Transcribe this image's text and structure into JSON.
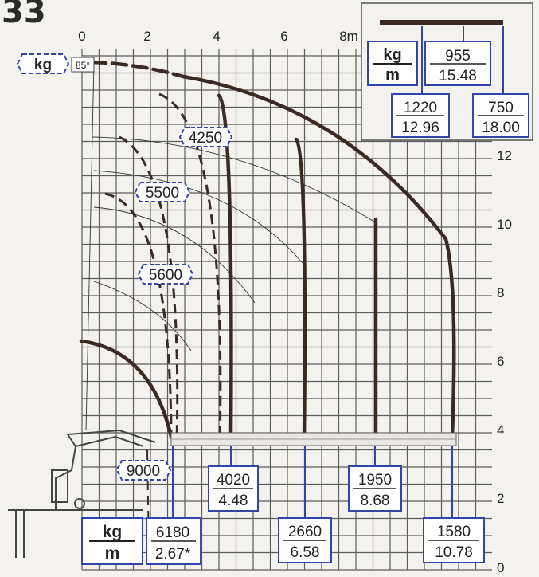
{
  "header": {
    "model_mark": "33"
  },
  "axes": {
    "x_unit": "m",
    "x_ticks": [
      "0",
      "2",
      "4",
      "6",
      "8m"
    ],
    "y_ticks": [
      "0",
      "2",
      "4",
      "6",
      "8",
      "10",
      "12"
    ]
  },
  "left_box": {
    "unit_top": "kg",
    "unit_bottom": "m"
  },
  "top_left": {
    "unit": "kg",
    "angle": "85°"
  },
  "inset": {
    "unit_top": "kg",
    "unit_bottom": "m",
    "labels": [
      {
        "kg": "1220",
        "m": "12.96"
      },
      {
        "kg": "955",
        "m": "15.48"
      },
      {
        "kg": "750",
        "m": "18.00"
      }
    ]
  },
  "arc_labels": [
    "4250",
    "5500",
    "5600",
    "9000"
  ],
  "bottom_labels": [
    {
      "kg": "6180",
      "m": "2.67*"
    },
    {
      "kg": "4020",
      "m": "4.48"
    },
    {
      "kg": "2660",
      "m": "6.58"
    },
    {
      "kg": "1950",
      "m": "8.68"
    },
    {
      "kg": "1580",
      "m": "10.78"
    }
  ]
}
